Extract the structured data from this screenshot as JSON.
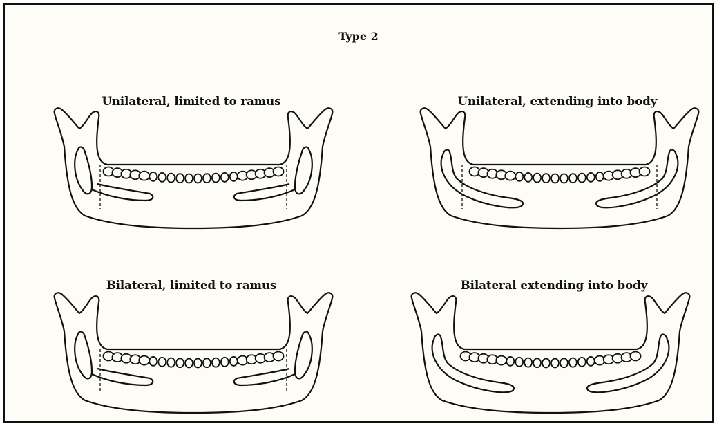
{
  "figure": {
    "title": "Type 2",
    "panels": [
      {
        "label": "Unilateral, limited to ramus",
        "lesion": "unilateral-ramus"
      },
      {
        "label": "Unilateral, extending into body",
        "lesion": "unilateral-body"
      },
      {
        "label": "Bilateral, limited to ramus",
        "lesion": "bilateral-ramus"
      },
      {
        "label": "Bilateral extending into body",
        "lesion": "bilateral-body"
      }
    ]
  }
}
